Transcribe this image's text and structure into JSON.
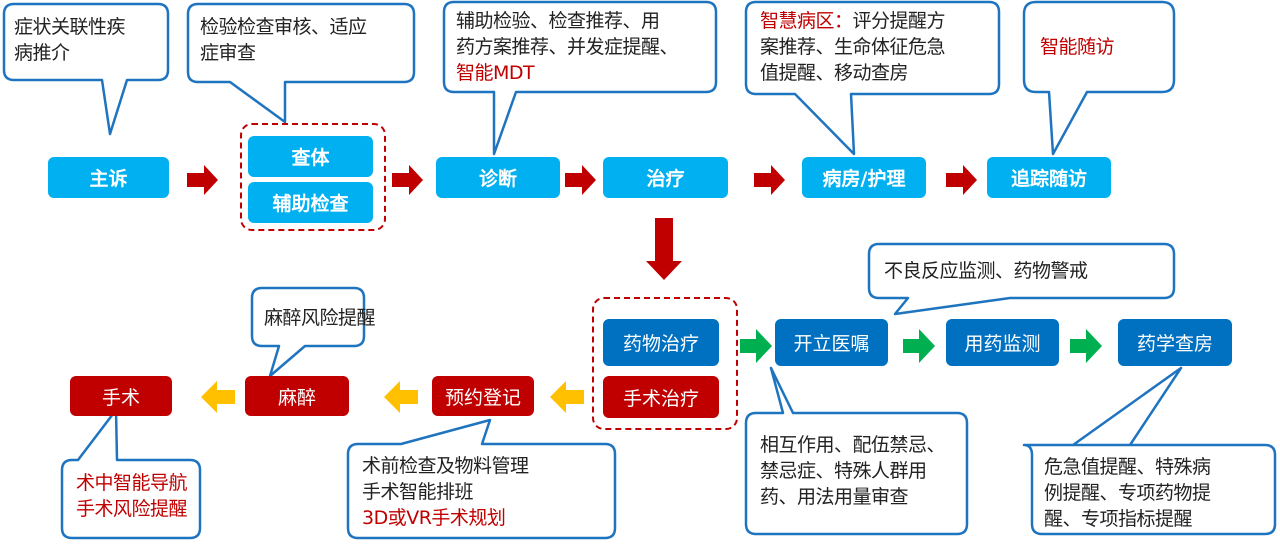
{
  "top_flow": {
    "nodes": [
      "主诉",
      "查体",
      "辅助检查",
      "诊断",
      "治疗",
      "病房/护理",
      "追踪随访"
    ]
  },
  "top_callouts": {
    "chief_complaint": [
      "症状关联性疾",
      "病推介"
    ],
    "exam": [
      "检验检查审核、适应",
      "症审查"
    ],
    "diagnosis": [
      "辅助检验、检查推荐、用",
      "药方案推荐、并发症提醒、",
      "智能MDT"
    ],
    "ward": {
      "highlight": "智慧病区：",
      "lines": [
        "评分提醒方",
        "案推荐、生命体征危急",
        "值提醒、移动查房"
      ]
    },
    "followup": "智能随访"
  },
  "treatment_group": {
    "drug": "药物治疗",
    "surgery": "手术治疗"
  },
  "drug_flow": {
    "nodes": [
      "开立医嘱",
      "用药监测",
      "药学查房"
    ],
    "callout_orders": [
      "相互作用、配伍禁忌、",
      "禁忌症、特殊人群用",
      "药、用法用量审查"
    ],
    "callout_monitor": "不良反应监测、药物警戒",
    "callout_rounds": [
      "危急值提醒、特殊病",
      "例提醒、专项药物提",
      "醒、专项指标提醒"
    ]
  },
  "surgery_flow": {
    "nodes": [
      "预约登记",
      "麻醉",
      "手术"
    ],
    "callout_booking": [
      "术前检查及物料管理",
      "手术智能排班",
      "3D或VR手术规划"
    ],
    "callout_anesthesia": "麻醉风险提醒",
    "callout_surgery": [
      "术中智能导航",
      "手术风险提醒"
    ]
  },
  "colors": {
    "cyan": "#00b0f0",
    "blue": "#0070c0",
    "red": "#c00000",
    "green": "#00b050",
    "yellow": "#ffc000",
    "callout_border": "#1f74bf"
  }
}
